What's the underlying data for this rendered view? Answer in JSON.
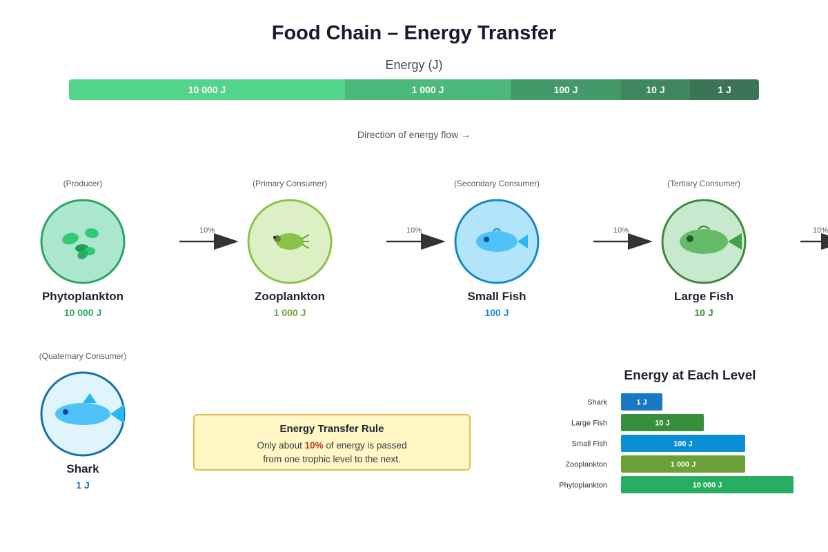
{
  "title": "Food Chain – Energy Transfer",
  "energy_axis_label": "Energy (J)",
  "energy_bar": [
    {
      "label": "10 000 J",
      "value": 10000,
      "color": "#52d48a"
    },
    {
      "label": "1 000 J",
      "value": 1000,
      "color": "#4cb87a"
    },
    {
      "label": "100 J",
      "value": 100,
      "color": "#44996a"
    },
    {
      "label": "10 J",
      "value": 10,
      "color": "#3f875f"
    },
    {
      "label": "1 J",
      "value": 1,
      "color": "#3b7555"
    }
  ],
  "flow_text": "Direction of energy flow →",
  "organisms": [
    {
      "role": "(Producer)",
      "name": "Phytoplankton",
      "energy": "10 000 J",
      "color": "#2ba55e",
      "fill": "#abe6cf",
      "icon": "phytoplankton-icon"
    },
    {
      "role": "(Primary Consumer)",
      "name": "Zooplankton",
      "energy": "1 000 J",
      "color": "#6aa33a",
      "fill": "#ddefc4",
      "icon": "zooplankton-icon"
    },
    {
      "role": "(Secondary Consumer)",
      "name": "Small Fish",
      "energy": "100 J",
      "color": "#1488c8",
      "fill": "#b3e5fa",
      "icon": "small-fish-icon"
    },
    {
      "role": "(Tertiary Consumer)",
      "name": "Large Fish",
      "energy": "10 J",
      "color": "#3b8a3e",
      "fill": "#c8e9cd",
      "icon": "large-fish-icon"
    },
    {
      "role": "(Quaternary Consumer)",
      "name": "Shark",
      "energy": "1 J",
      "color": "#1670a8",
      "fill": "#e0f4fb",
      "icon": "shark-icon"
    }
  ],
  "transfer_percent": "10%",
  "rule": {
    "title": "Energy Transfer Rule",
    "line1_before": "Only about ",
    "line1_highlight": "10%",
    "line1_after": " of energy is passed",
    "line2": "from one trophic level to the next."
  },
  "chart_data": {
    "type": "bar",
    "orientation": "horizontal",
    "title": "Energy at Each Level",
    "categories": [
      "Shark",
      "Large Fish",
      "Small Fish",
      "Zooplankton",
      "Phytoplankton"
    ],
    "values": [
      1,
      10,
      100,
      1000,
      10000
    ],
    "value_labels": [
      "1 J",
      "10 J",
      "100 J",
      "1 000 J",
      "10 000 J"
    ],
    "colors": [
      "#1a78c2",
      "#388e3c",
      "#0a8ed4",
      "#6ba037",
      "#27ae60"
    ],
    "scale": "log"
  }
}
